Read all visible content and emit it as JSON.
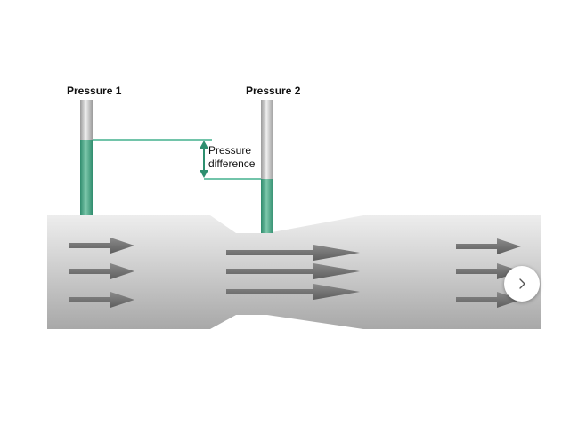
{
  "labels": {
    "pressure_1": "Pressure 1",
    "pressure_2": "Pressure 2",
    "difference_line1": "Pressure",
    "difference_line2": "difference"
  },
  "icons": {
    "next": "chevron-right-icon"
  },
  "colors": {
    "pipe_light": "#dcdcdc",
    "pipe_dark": "#a9a9a9",
    "arrow": "#707070",
    "fluid": "#4fa889",
    "guide_line": "#43b08e",
    "tube_glass": "#c8c8c8"
  }
}
